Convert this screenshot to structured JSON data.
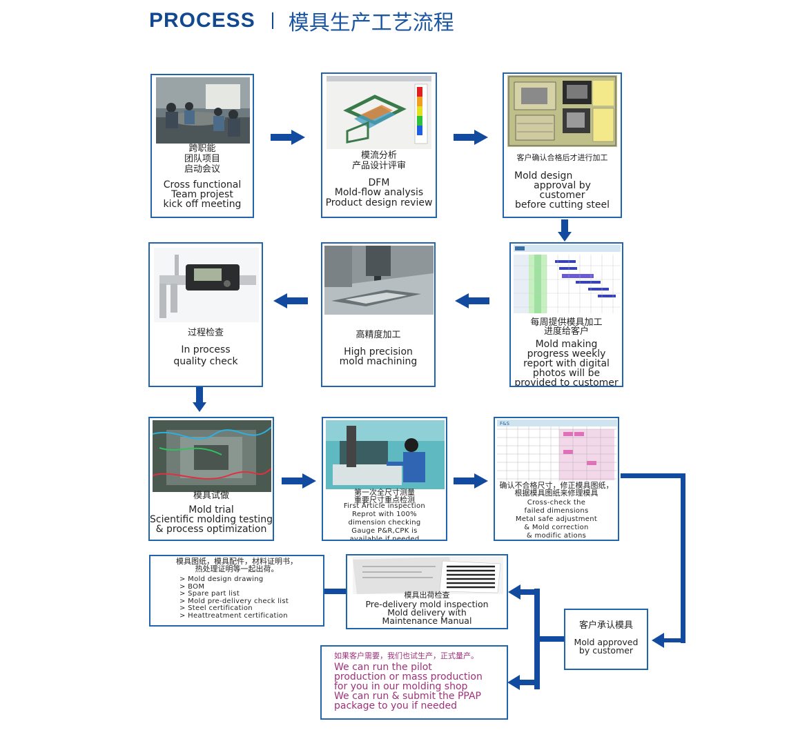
{
  "title": {
    "en": "PROCESS",
    "cn": "模具生产工艺流程"
  },
  "steps": {
    "kickoff": {
      "cn": [
        "跨职能",
        "团队项目",
        "启动会议"
      ],
      "en": [
        "Cross functional",
        "Team projest",
        "kick off meeting"
      ]
    },
    "dfm": {
      "cn": [
        "模流分析",
        "产品设计评审"
      ],
      "en": [
        "DFM",
        "Mold-flow analysis",
        "Product design review"
      ]
    },
    "approval": {
      "cn": [
        "客户确认合格后才进行加工"
      ],
      "en": [
        "Mold design",
        "approval  by",
        "customer",
        "before cutting steel"
      ]
    },
    "weekly": {
      "cn": [
        "每周提供模具加工",
        "进度给客户"
      ],
      "en": [
        "Mold making",
        "progress  weekly",
        "report with  digital",
        "photos will be",
        "provided to customer"
      ]
    },
    "machining": {
      "cn": [
        "高精度加工"
      ],
      "en": [
        "High precision",
        "mold machining"
      ]
    },
    "quality": {
      "cn": [
        "过程检查"
      ],
      "en": [
        "In process",
        "quality check"
      ]
    },
    "trial": {
      "cn": [
        "模具试做"
      ],
      "en": [
        "Mold trial",
        "Scientific molding testing",
        "& process  optimization"
      ]
    },
    "inspection": {
      "cn": [
        "第一次全尺寸测量",
        "重要尺寸重点检测"
      ],
      "en": [
        "First  Article  inspection",
        "Reprot  with  100%",
        "dimension  checking",
        "Gauge P&R,CPK  is",
        "available   if needed"
      ]
    },
    "crosscheck": {
      "cn": [
        "确认不合格尺寸，修正模具图纸，",
        "根据模具图纸来修理模具"
      ],
      "en": [
        "Cross-check  the",
        "failed dimensions",
        "Metal  safe adjustment",
        "& Mold  correction",
        "& modific  ations"
      ],
      "sheet_title": "F&S"
    },
    "approved": {
      "cn": [
        "客户承认模具"
      ],
      "en": [
        "Mold approved",
        "by  customer"
      ]
    },
    "predelivery": {
      "cn": [
        "模具出荷检查"
      ],
      "en": [
        "Pre-delivery  mold inspection",
        "Mold delivery with",
        "Maintenance  Manual"
      ]
    },
    "documents": {
      "cn": [
        "模具图纸，模具配件，材料证明书，",
        "热处理证明等一起出荷。"
      ],
      "items": [
        "> Mold design  drawing",
        "> BOM",
        "> Spare  part list",
        "> Mold pre-delivery  check  list",
        "> Steel certification",
        "> Heattreatment certification"
      ]
    },
    "pilot": {
      "cn": "如果客户需要，我们也试生产，正式量产。",
      "en": [
        "We can run the pilot",
        "production  or mass production",
        "for you in  our molding shop",
        "We can run & submit the PPAP",
        "package to you if needed"
      ]
    }
  },
  "colors": {
    "brand": "#12488f",
    "border": "#1f64ad",
    "arrow": "#114a9e",
    "pink": "#a0307a"
  }
}
